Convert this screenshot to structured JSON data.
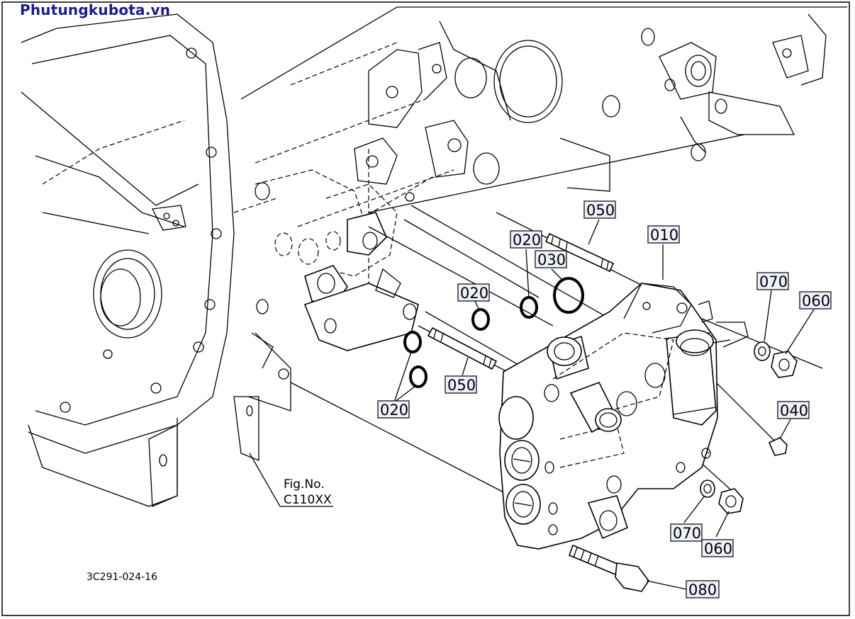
{
  "watermark": "Phutungkubota.vn",
  "figure_reference": {
    "line1": "Fig.No.",
    "line2": "C110XX"
  },
  "drawing_code": "3C291-024-16",
  "callouts": [
    {
      "id": "c050a",
      "text": "050"
    },
    {
      "id": "c010",
      "text": "010"
    },
    {
      "id": "c020a",
      "text": "020"
    },
    {
      "id": "c030",
      "text": "030"
    },
    {
      "id": "c020b",
      "text": "020"
    },
    {
      "id": "c070a",
      "text": "070"
    },
    {
      "id": "c060a",
      "text": "060"
    },
    {
      "id": "c050b",
      "text": "050"
    },
    {
      "id": "c020c",
      "text": "020"
    },
    {
      "id": "c040",
      "text": "040"
    },
    {
      "id": "c070b",
      "text": "070"
    },
    {
      "id": "c060b",
      "text": "060"
    },
    {
      "id": "c080",
      "text": "080"
    }
  ]
}
